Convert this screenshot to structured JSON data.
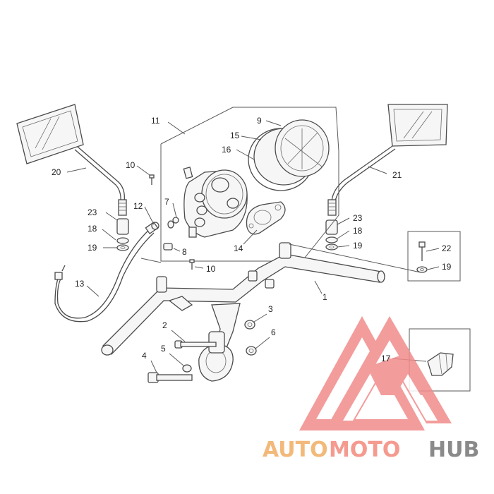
{
  "callouts": [
    {
      "id": "c1",
      "text": "1"
    },
    {
      "id": "c2",
      "text": "2"
    },
    {
      "id": "c3",
      "text": "3"
    },
    {
      "id": "c4",
      "text": "4"
    },
    {
      "id": "c5",
      "text": "5"
    },
    {
      "id": "c6",
      "text": "6"
    },
    {
      "id": "c7",
      "text": "7"
    },
    {
      "id": "c8",
      "text": "8"
    },
    {
      "id": "c9",
      "text": "9"
    },
    {
      "id": "c10a",
      "text": "10"
    },
    {
      "id": "c10b",
      "text": "10"
    },
    {
      "id": "c11",
      "text": "11"
    },
    {
      "id": "c12",
      "text": "12"
    },
    {
      "id": "c13",
      "text": "13"
    },
    {
      "id": "c14",
      "text": "14"
    },
    {
      "id": "c15",
      "text": "15"
    },
    {
      "id": "c16",
      "text": "16"
    },
    {
      "id": "c17",
      "text": "17"
    },
    {
      "id": "c18a",
      "text": "18"
    },
    {
      "id": "c18b",
      "text": "18"
    },
    {
      "id": "c19a",
      "text": "19"
    },
    {
      "id": "c19b",
      "text": "19"
    },
    {
      "id": "c19c",
      "text": "19"
    },
    {
      "id": "c20",
      "text": "20"
    },
    {
      "id": "c21",
      "text": "21"
    },
    {
      "id": "c22",
      "text": "22"
    },
    {
      "id": "c23a",
      "text": "23"
    },
    {
      "id": "c23b",
      "text": "23"
    }
  ],
  "watermark": {
    "part1": "AUTO",
    "part2": "MOTO",
    "part3": "HUB",
    "color_auto": "#f2b97a",
    "color_moto": "#f59a8f",
    "color_hub": "#8a8a8a",
    "triangle_color": "#f28b8b"
  }
}
